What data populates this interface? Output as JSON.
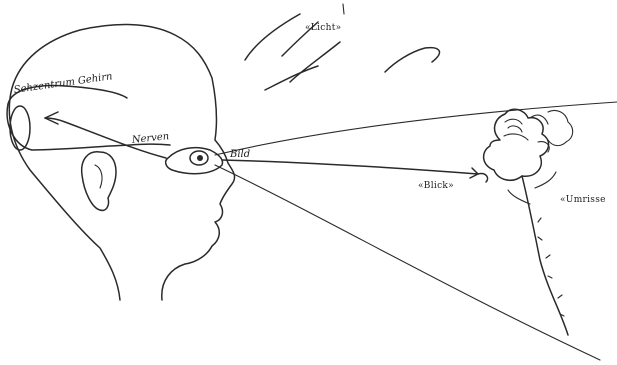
{
  "labels": {
    "licht": "«Licht»",
    "blick": "«Blick»",
    "umrisse": "«Umrisse",
    "bild": "Bild",
    "nerven": "Nerven",
    "sehzentrum": "Sehzentrum Gehirn"
  }
}
